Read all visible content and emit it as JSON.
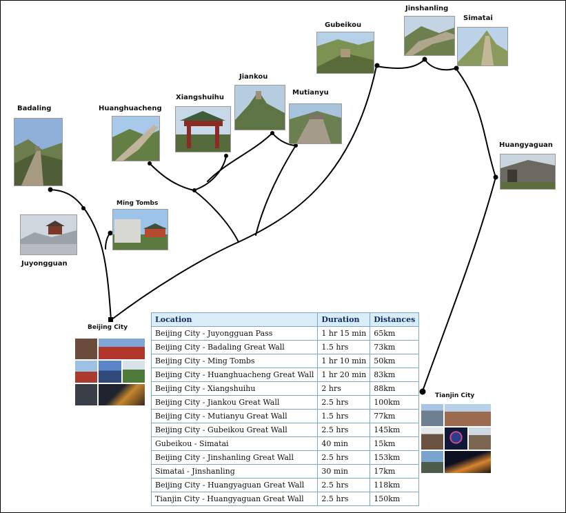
{
  "places": {
    "badaling": "Badaling",
    "huanghuacheng": "Huanghuacheng",
    "xiangshuihu": "Xiangshuihu",
    "jiankou": "Jiankou",
    "mutianyu": "Mutianyu",
    "gubeikou": "Gubeikou",
    "jinshanling": "Jinshanling",
    "simatai": "Simatai",
    "huangyaguan": "Huangyaguan",
    "ming_tombs": "Ming Tombs",
    "juyongguan": "Juyongguan",
    "beijing_city": "Beijing City",
    "tianjin_city": "Tianjin City"
  },
  "table": {
    "headers": [
      "Location",
      "Duration",
      "Distances"
    ],
    "rows": [
      [
        "Beijing City - Juyongguan Pass",
        "1 hr 15 min",
        "65km"
      ],
      [
        "Beijing City - Badaling Great Wall",
        "1.5 hrs",
        "73km"
      ],
      [
        "Beijing City - Ming Tombs",
        "1 hr 10 min",
        "50km"
      ],
      [
        "Beijing City - Huanghuacheng Great Wall",
        "1 hr 20 min",
        "83km"
      ],
      [
        "Beijing City - Xiangshuihu",
        "2 hrs",
        "88km"
      ],
      [
        "Beijing City - Jiankou Great Wall",
        "2.5 hrs",
        "100km"
      ],
      [
        "Beijing City - Mutianyu Great Wall",
        "1.5 hrs",
        "77km"
      ],
      [
        "Beijing City - Gubeikou Great Wall",
        "2.5 hrs",
        "145km"
      ],
      [
        "Gubeikou - Simatai",
        "40 min",
        "15km"
      ],
      [
        "Beijing City - Jinshanling Great Wall",
        "2.5 hrs",
        "153km"
      ],
      [
        "Simatai - Jinshanling",
        "30 min",
        "17km"
      ],
      [
        "Beijing City - Huangyaguan Great Wall",
        "2.5 hrs",
        "118km"
      ],
      [
        "Tianjin City - Huangyaguan Great Wall",
        "2.5 hrs",
        "150km"
      ]
    ]
  },
  "colors": {
    "route": "#000000",
    "table_header_bg": "#d9ecf7",
    "table_header_text": "#0d2d6b",
    "table_border": "#7aa7c7"
  }
}
